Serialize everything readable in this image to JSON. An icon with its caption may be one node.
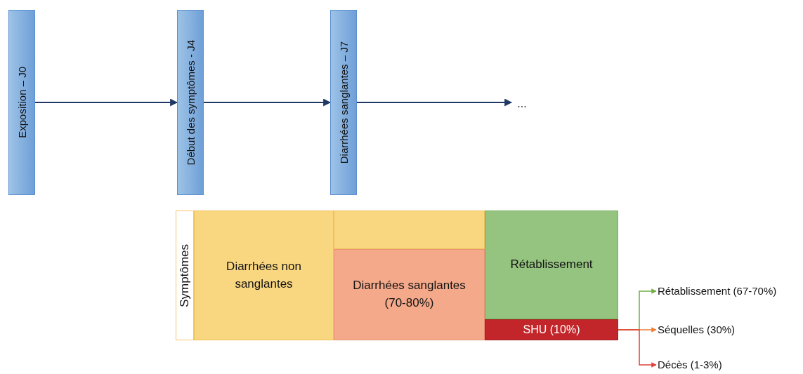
{
  "diagram": {
    "nodes": [
      {
        "text": [
          "Exposition – J0"
        ]
      },
      {
        "text": [
          "Début des symptômes - J4"
        ]
      },
      {
        "text": [
          "Diarrhées sanglantes – J7"
        ]
      },
      {
        "text": [
          "..."
        ]
      },
      {
        "text": [
          "Symptômes"
        ]
      },
      {
        "text": [
          "Diarrhées non sanglantes"
        ]
      },
      {
        "text": [],
        "shape": "box"
      },
      {
        "text": [
          "Diarrhées sanglantes (70-80%)"
        ]
      },
      {
        "text": [
          "Rétablissement"
        ]
      },
      {
        "text": [
          "SHU (10%)"
        ]
      },
      {
        "text": [
          "Rétablissement (67-70%)"
        ]
      },
      {
        "text": [
          "Séquelles (30%)"
        ]
      },
      {
        "text": [
          "Décès (1-3%)"
        ]
      }
    ],
    "edges": [
      {
        "from": 0,
        "to": 1,
        "arrow": "to"
      },
      {
        "from": 1,
        "to": 2,
        "arrow": "to"
      },
      {
        "from": 2,
        "to": 3,
        "arrow": "to"
      },
      {
        "from": 9,
        "to": 10,
        "arrow": "to",
        "color": "#70ad47"
      },
      {
        "from": 9,
        "to": 11,
        "arrow": "to",
        "color": "#ed7d31"
      },
      {
        "from": 9,
        "to": 12,
        "arrow": "to",
        "color": "#e0403a"
      }
    ]
  }
}
